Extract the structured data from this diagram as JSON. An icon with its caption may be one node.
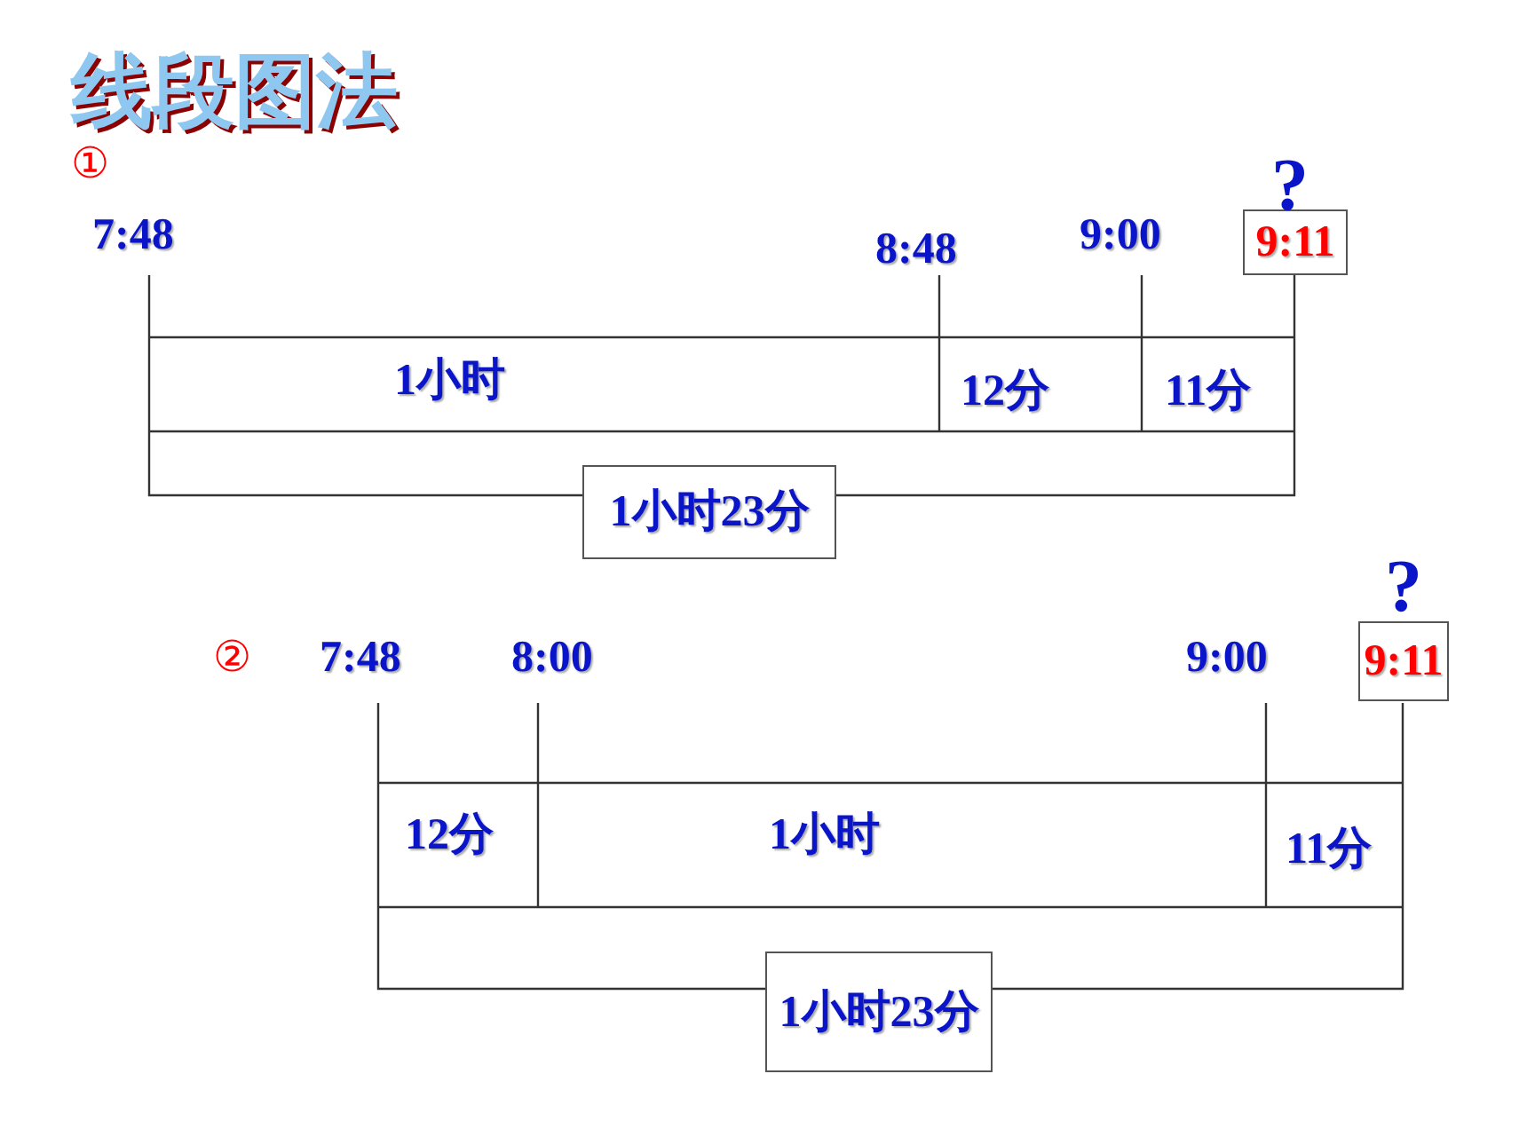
{
  "diagram": {
    "title": "线段图法",
    "nodes": [
      {
        "text": [
          "9:11"
        ],
        "beside": [
          "?"
        ]
      },
      {
        "text": [
          "1小时23分"
        ]
      },
      {
        "text": [
          "9:11"
        ],
        "beside": [
          "?"
        ]
      },
      {
        "text": [
          "1小时23分"
        ]
      }
    ],
    "labels": [
      "①",
      "7:48",
      "8:48",
      "9:00",
      "1小时",
      "12分",
      "11分",
      "②",
      "7:48",
      "8:00",
      "9:00",
      "12分",
      "1小时",
      "11分"
    ]
  }
}
